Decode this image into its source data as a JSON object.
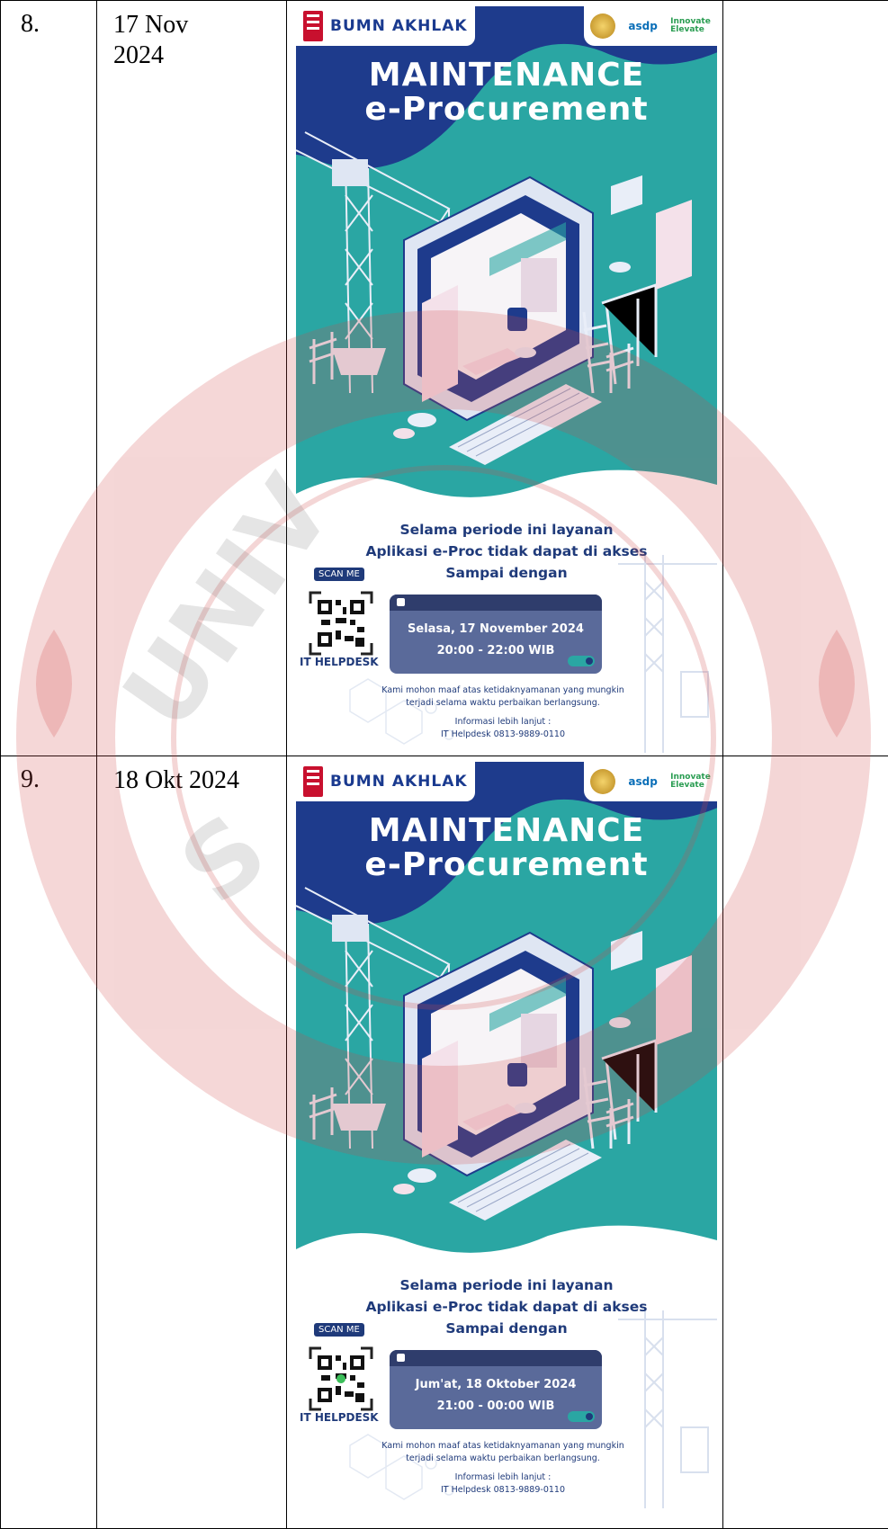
{
  "rows": [
    {
      "number": "8.",
      "date_line1": "17 Nov",
      "date_line2": "2024",
      "poster": {
        "brand": "BUMN AKHLAK",
        "asdp": "asdp",
        "innovate": "Innovate",
        "elevate": "Elevate",
        "title_line1": "MAINTENANCE",
        "title_line2": "e-Procurement",
        "msg_line1": "Selama periode ini layanan",
        "msg_line2": "Aplikasi e-Proc tidak dapat di akses",
        "msg_line3": "Sampai dengan",
        "scan_me": "SCAN ME",
        "helpdesk": "IT HELPDESK",
        "date": "Selasa, 17 November 2024",
        "time": "20:00 - 22:00 WIB",
        "apology_line1": "Kami mohon maaf atas ketidaknyamanan yang mungkin",
        "apology_line2": "terjadi selama waktu perbaikan berlangsung.",
        "info_line1": "Informasi lebih lanjut :",
        "info_line2": "IT Helpdesk 0813-9889-0110"
      }
    },
    {
      "number": "9.",
      "date_line1": "18 Okt 2024",
      "date_line2": "",
      "poster": {
        "brand": "BUMN AKHLAK",
        "asdp": "asdp",
        "innovate": "Innovate",
        "elevate": "Elevate",
        "title_line1": "MAINTENANCE",
        "title_line2": "e-Procurement",
        "msg_line1": "Selama periode ini layanan",
        "msg_line2": "Aplikasi e-Proc tidak dapat di akses",
        "msg_line3": "Sampai dengan",
        "scan_me": "SCAN ME",
        "helpdesk": "IT HELPDESK",
        "date": "Jum'at, 18 Oktober 2024",
        "time": "21:00 - 00:00 WIB",
        "apology_line1": "Kami mohon maaf atas ketidaknyamanan yang mungkin",
        "apology_line2": "terjadi selama waktu perbaikan berlangsung.",
        "info_line1": "Informasi lebih lanjut :",
        "info_line2": "IT Helpdesk 0813-9889-0110"
      }
    }
  ],
  "colors": {
    "teal": "#2aa6a3",
    "navy": "#1f3a7a",
    "watermark": "#e8a0a0"
  }
}
